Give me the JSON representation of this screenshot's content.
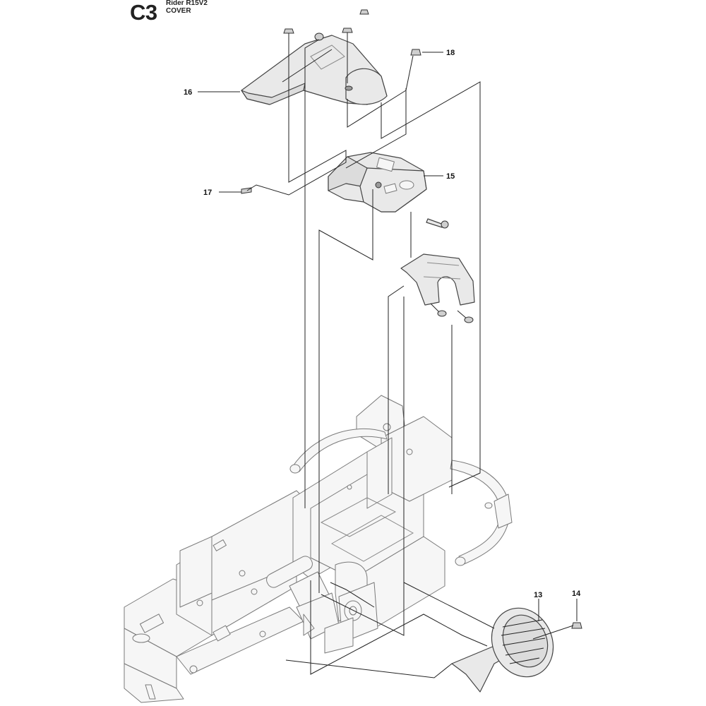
{
  "header": {
    "section_code": "C3",
    "model": "Rider R15V2",
    "title": "COVER"
  },
  "callouts": [
    {
      "id": "c13",
      "number": "13"
    },
    {
      "id": "c14",
      "number": "14"
    },
    {
      "id": "c15",
      "number": "15"
    },
    {
      "id": "c16",
      "number": "16"
    },
    {
      "id": "c17",
      "number": "17"
    },
    {
      "id": "c18",
      "number": "18"
    }
  ]
}
